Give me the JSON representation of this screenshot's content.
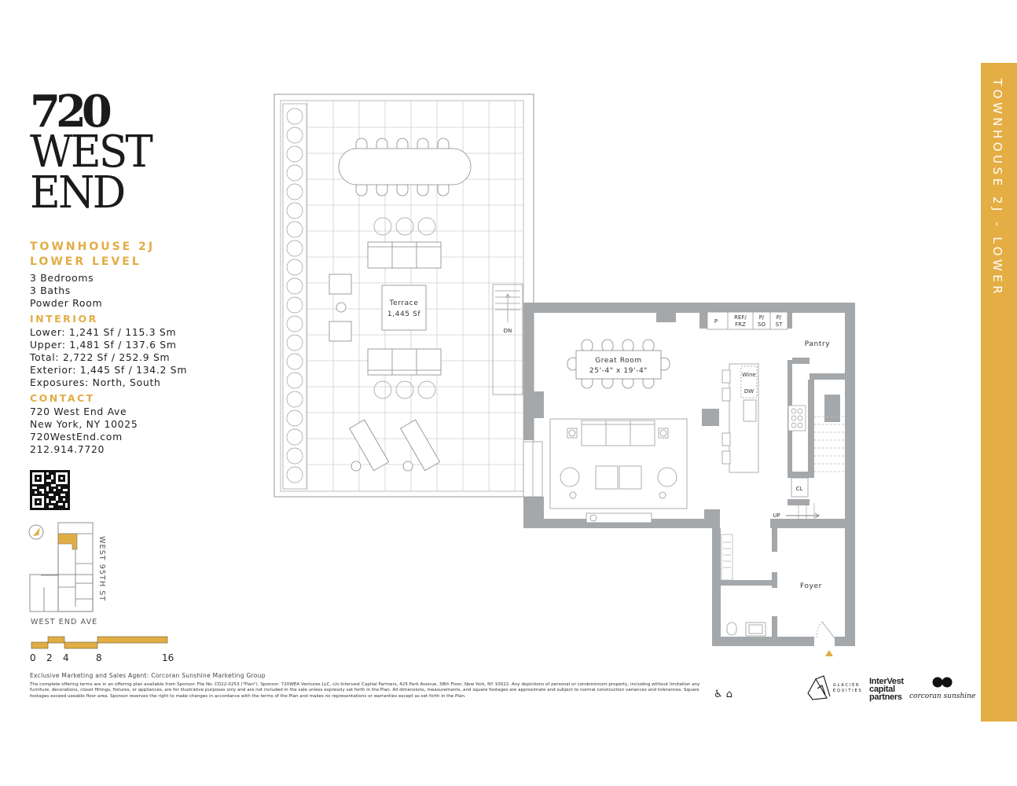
{
  "logo": {
    "line1": "720",
    "line2": "WEST",
    "line3": "END"
  },
  "unit": {
    "title_line1": "TOWNHOUSE 2J",
    "title_line2": "LOWER LEVEL",
    "features": [
      "3 Bedrooms",
      "3 Baths",
      "Powder Room"
    ]
  },
  "interior": {
    "heading": "INTERIOR",
    "rows": [
      "Lower: 1,241 Sf / 115.3 Sm",
      "Upper: 1,481 Sf / 137.6 Sm",
      "Total: 2,722 Sf / 252.9 Sm",
      "Exterior: 1,445 Sf / 134.2 Sm",
      "Exposures: North, South"
    ]
  },
  "contact": {
    "heading": "CONTACT",
    "address1": "720 West End Ave",
    "address2": "New York, NY 10025",
    "website": "720WestEnd.com",
    "phone": "212.914.7720"
  },
  "keyplan": {
    "street_side": "WEST 95TH ST",
    "street_bottom": "WEST END AVE",
    "highlight_color": "#e1ad45"
  },
  "scale": {
    "labels": [
      "0",
      "2",
      "4",
      "8",
      "16"
    ]
  },
  "plan": {
    "terrace": {
      "name": "Terrace",
      "area": "1,445 Sf"
    },
    "stair_dn": "DN",
    "great_room": {
      "name": "Great Room",
      "dims": "25'-4\" x 19'-4\""
    },
    "appliances": [
      "P",
      "REF/ FRZ",
      "P/ SO",
      "P/ ST"
    ],
    "island_labels": [
      "Wine",
      "DW"
    ],
    "pantry": "Pantry",
    "closet": "CL",
    "stair_up": "UP",
    "foyer": "Foyer"
  },
  "footer": {
    "agent": "Exclusive Marketing and Sales Agent: Corcoran Sunshine Marketing Group",
    "legal": "The complete offering terms are in an offering plan available from Sponsor. File No. CD22-0253 (\"Plan\"). Sponsor: 720WEA Ventures LLC, c/o Intervest Capital Partners, 425 Park Avenue, 38th Floor, New York, NY 10022. Any depictions of personal or condominium property, including without limitation any furniture, decorations, closet fittings, fixtures, or appliances, are for illustrative purposes only and are not included in the sale unless expressly set forth in the Plan. All dimensions, measurements, and square footages are approximate and subject to normal construction variances and tolerances. Square footages exceed useable floor area. Sponsor reserves the right to make changes in accordance with the terms of the Plan and makes no representations or warranties except as set forth in the Plan.",
    "accessibility_icons": "♿ ⌂"
  },
  "brands": {
    "glacier": "GLACIER EQUITIES",
    "intervest": [
      "InterVest",
      "capital",
      "partners"
    ],
    "corcoran": "corcoran sunshine"
  },
  "side_band": {
    "text": "TOWNHOUSE 2J - LOWER",
    "color": "#e4ae45"
  }
}
